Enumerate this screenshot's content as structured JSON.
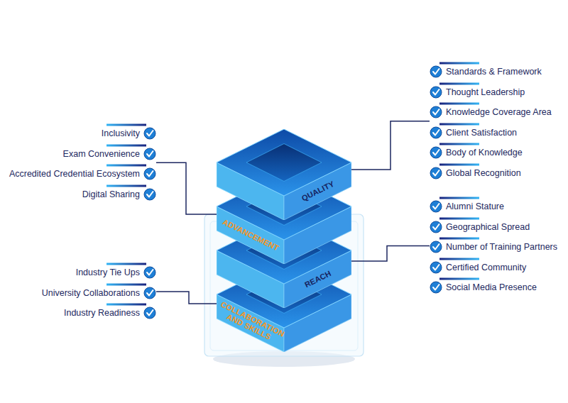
{
  "diagram": {
    "nodes": [
      {
        "text": [
          "QUALITY"
        ]
      },
      {
        "text": [
          "ADVANCEMENT"
        ]
      },
      {
        "text": [
          "REACH"
        ]
      },
      {
        "text": [
          "COLLABORATION AND SKILLS"
        ]
      },
      {
        "text": [
          "Standards & Framework",
          "Thought Leadership",
          "Knowledge Coverage Area",
          "Client Satisfaction",
          "Body of Knowledge",
          "Global Recognition"
        ]
      },
      {
        "text": [
          "Inclusivity",
          "Exam Convenience",
          "Accredited Credential Ecosystem",
          "Digital Sharing"
        ]
      },
      {
        "text": [
          "Alumni Stature",
          "Geographical Spread",
          "Number of Training Partners",
          "Certified Community",
          "Social Media Presence"
        ]
      },
      {
        "text": [
          "Industry Tie Ups",
          "University Collaborations",
          "Industry Readiness"
        ]
      }
    ],
    "edges": [
      {
        "from": 0,
        "to": 4,
        "arrow": "none"
      },
      {
        "from": 1,
        "to": 5,
        "arrow": "none"
      },
      {
        "from": 2,
        "to": 6,
        "arrow": "none"
      },
      {
        "from": 3,
        "to": 7,
        "arrow": "none"
      }
    ]
  }
}
